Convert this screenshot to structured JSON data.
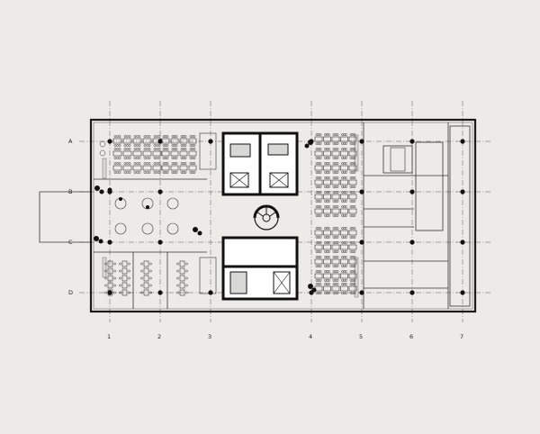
{
  "drawing": {
    "row_labels": [
      "A",
      "B",
      "C",
      "D"
    ],
    "column_labels": [
      "1",
      "2",
      "3",
      "4",
      "5",
      "6",
      "7"
    ]
  },
  "colors": {
    "paper": "#ecebe8",
    "ink": "#1a1a1a",
    "line": "#444444",
    "fill_dark": "#111111",
    "fill_light": "#d8d8d6"
  }
}
